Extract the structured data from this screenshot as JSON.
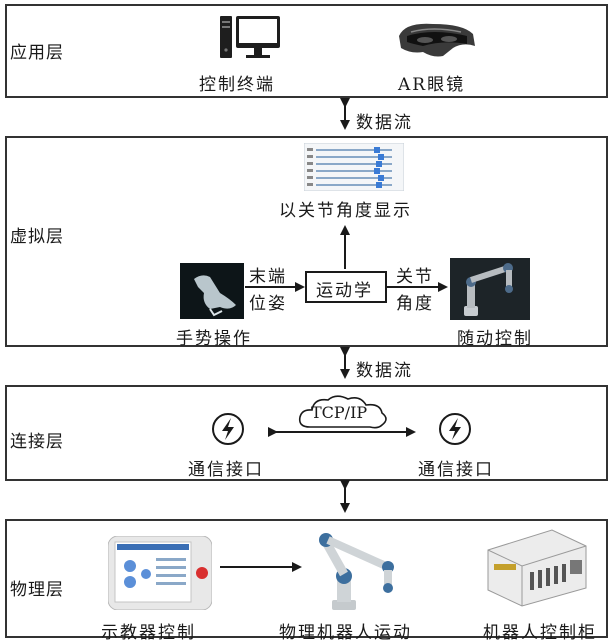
{
  "layers": {
    "application": "应用层",
    "virtual": "虚拟层",
    "connection": "连接层",
    "physical": "物理层"
  },
  "application": {
    "control_terminal": "控制终端",
    "ar_glasses": "AR眼镜"
  },
  "flows": {
    "data_flow_1": "数据流",
    "data_flow_2": "数据流"
  },
  "virtual": {
    "joint_angle_display": "以关节角度显示",
    "gesture_operation": "手势操作",
    "end_pose_line1": "末端",
    "end_pose_line2": "位姿",
    "kinematics": "运动学",
    "joint_angle_line1": "关节",
    "joint_angle_line2": "角度",
    "follow_control": "随动控制"
  },
  "connection": {
    "protocol": "TCP/IP",
    "interface_left": "通信接口",
    "interface_right": "通信接口"
  },
  "physical": {
    "teach_pendant_control": "示教器控制",
    "robot_motion": "物理机器人运动",
    "robot_cabinet": "机器人控制柜"
  }
}
